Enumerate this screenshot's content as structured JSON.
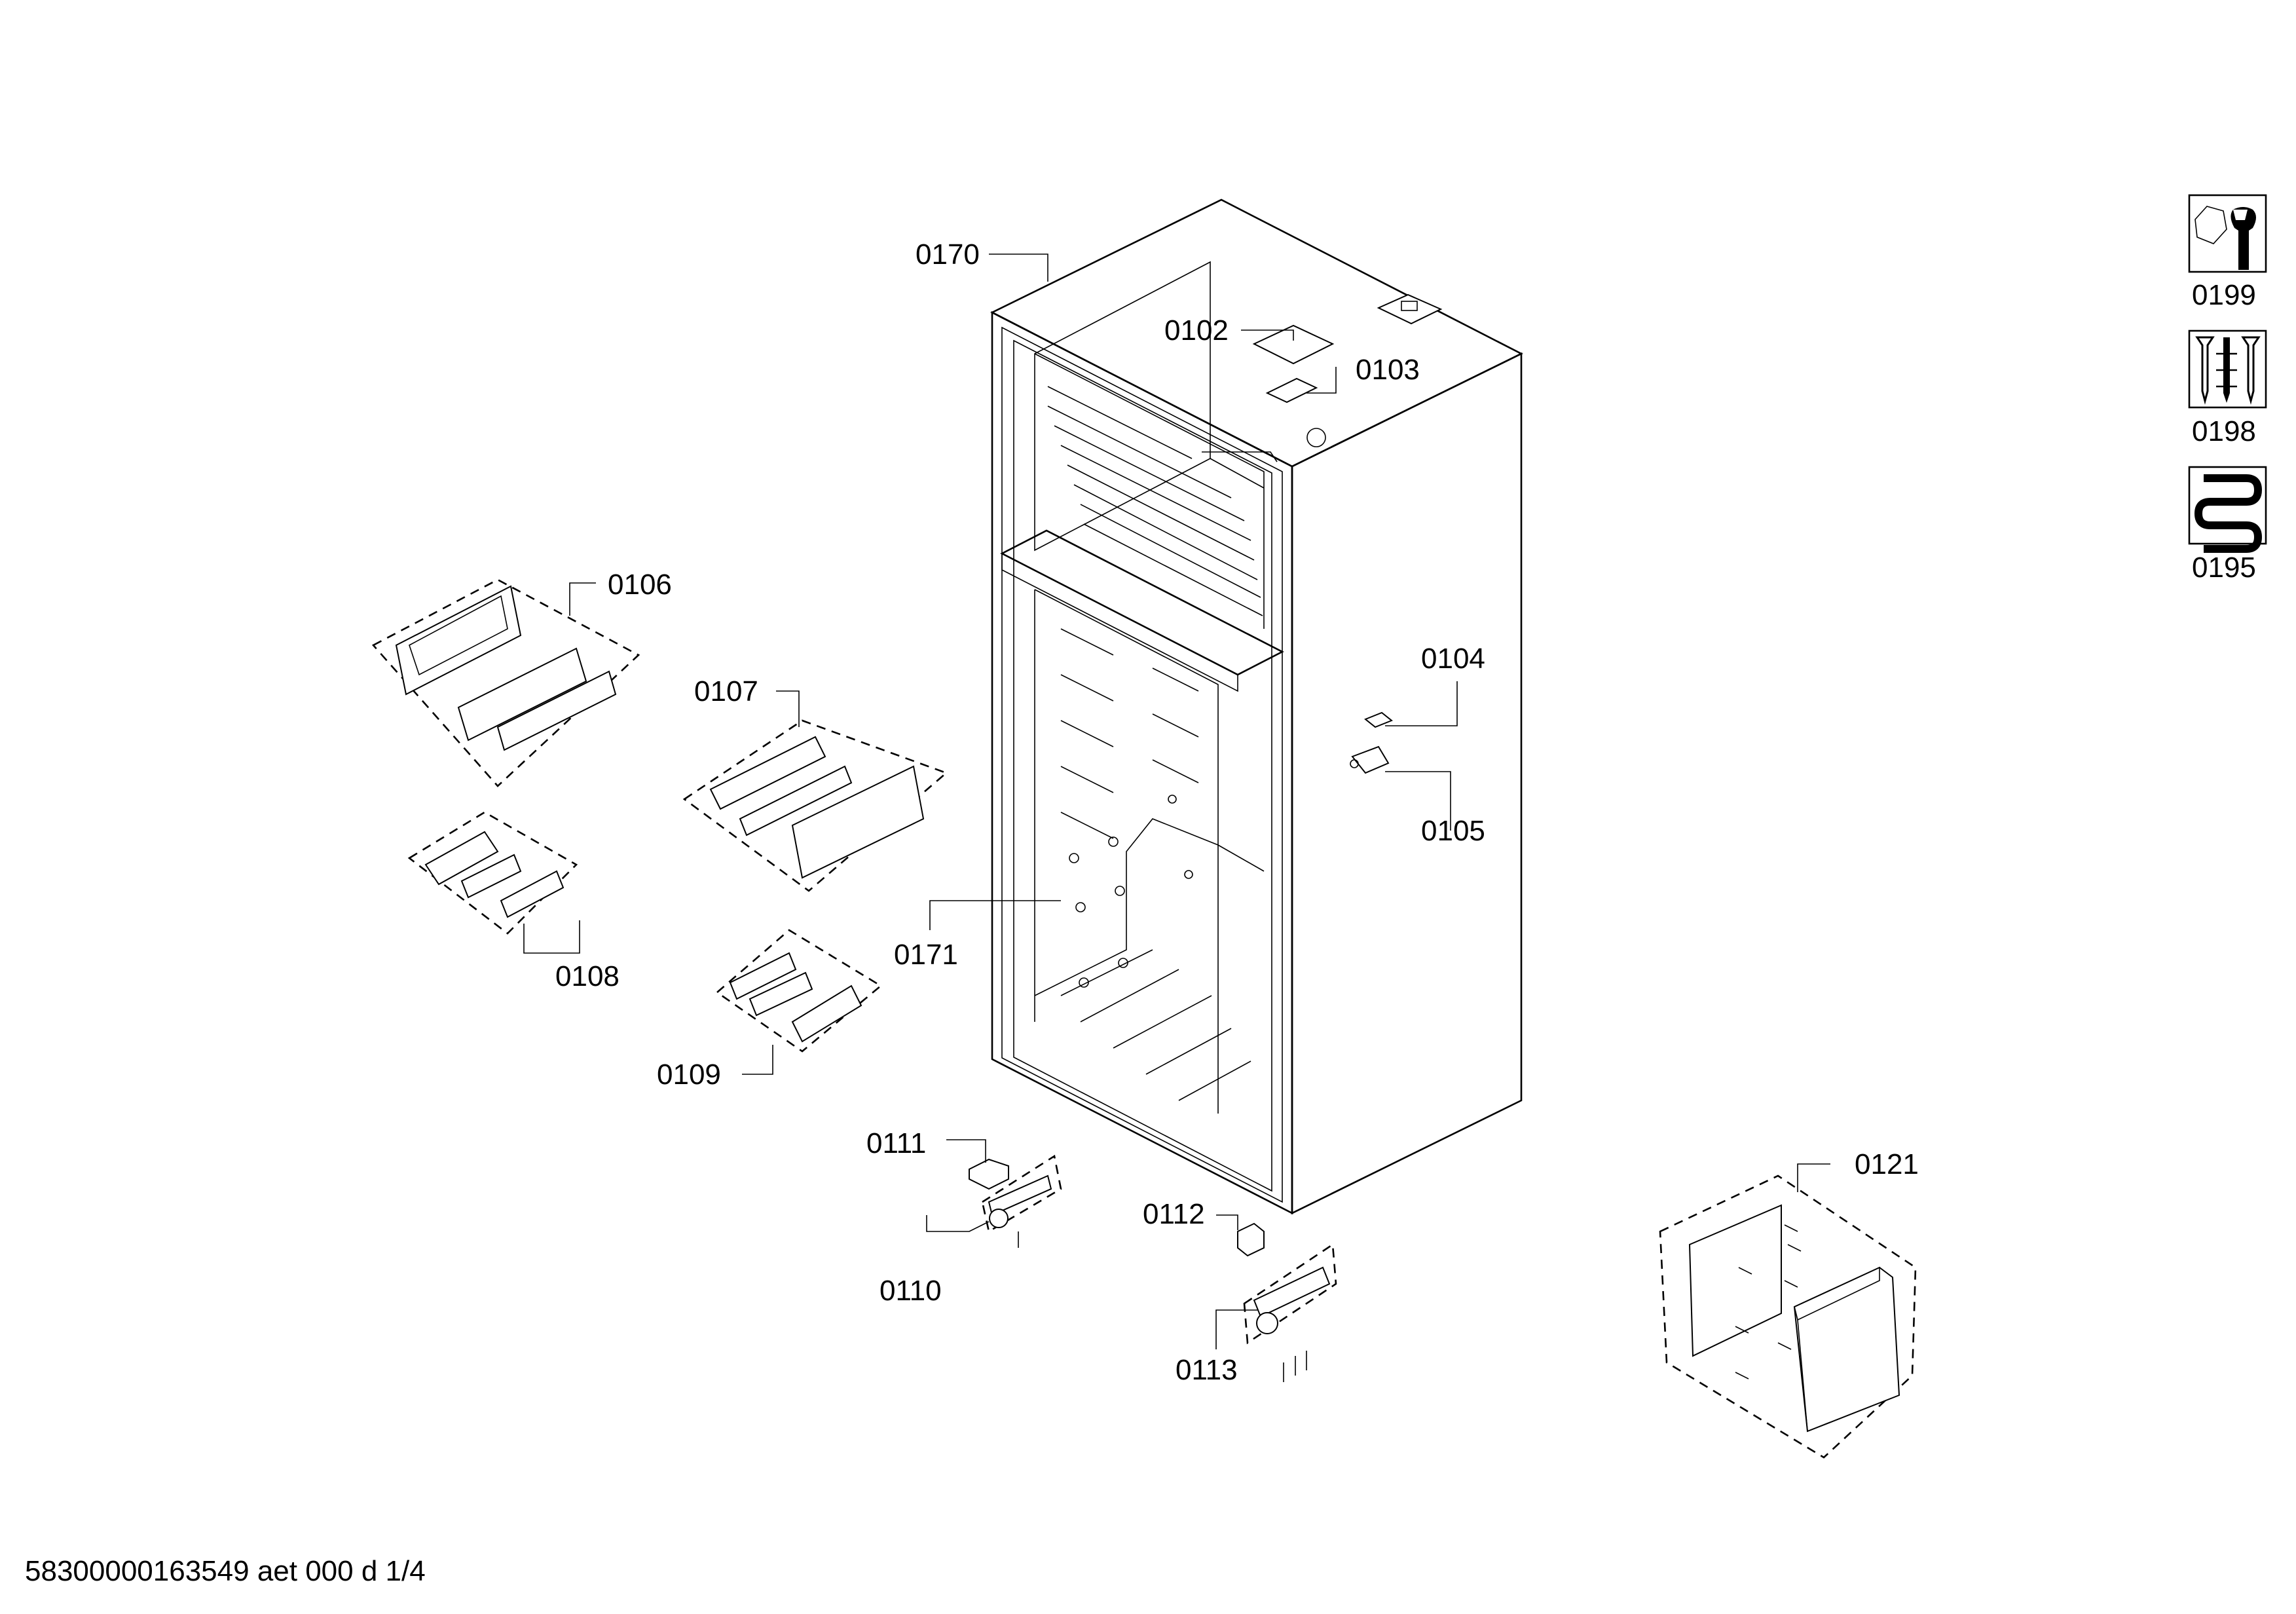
{
  "callouts": {
    "p0170": "0170",
    "p0102": "0102",
    "p0103": "0103",
    "p0104": "0104",
    "p0105": "0105",
    "p0106": "0106",
    "p0107": "0107",
    "p0108": "0108",
    "p0109": "0109",
    "p0110": "0110",
    "p0111": "0111",
    "p0112": "0112",
    "p0113": "0113",
    "p0121": "0121",
    "p0171": "0171"
  },
  "legend": [
    {
      "code": "0199",
      "icon": "wrench-nut-icon"
    },
    {
      "code": "0198",
      "icon": "screws-icon"
    },
    {
      "code": "0195",
      "icon": "coil-icon"
    }
  ],
  "footer": {
    "doc_id": "58300000163549 aet 000 d 1/4"
  }
}
